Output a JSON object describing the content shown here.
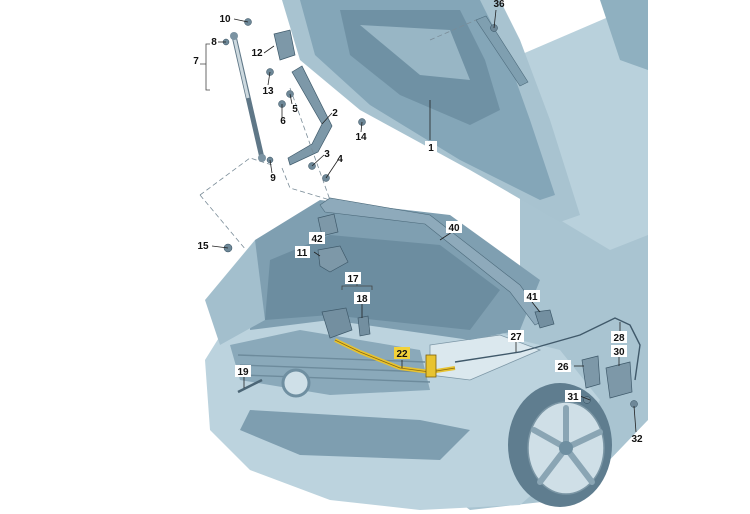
{
  "colors": {
    "body_light": "#c9dce6",
    "body_mid": "#9dbac8",
    "body_dark": "#6f8fa1",
    "hood_inner": "#7da0b3",
    "cable_highlight": "#e8c330",
    "label_highlight": "#f2d23a"
  },
  "callouts": [
    {
      "id": "c1",
      "text": "1"
    },
    {
      "id": "c2",
      "text": "2"
    },
    {
      "id": "c3",
      "text": "3"
    },
    {
      "id": "c4",
      "text": "4"
    },
    {
      "id": "c5",
      "text": "5"
    },
    {
      "id": "c6",
      "text": "6"
    },
    {
      "id": "c7",
      "text": "7"
    },
    {
      "id": "c8",
      "text": "8"
    },
    {
      "id": "c9",
      "text": "9"
    },
    {
      "id": "c10",
      "text": "10"
    },
    {
      "id": "c11",
      "text": "11"
    },
    {
      "id": "c12",
      "text": "12"
    },
    {
      "id": "c13",
      "text": "13"
    },
    {
      "id": "c14",
      "text": "14"
    },
    {
      "id": "c15",
      "text": "15"
    },
    {
      "id": "c17",
      "text": "17"
    },
    {
      "id": "c18",
      "text": "18"
    },
    {
      "id": "c19",
      "text": "19"
    },
    {
      "id": "c22",
      "text": "22",
      "highlight": true
    },
    {
      "id": "c26",
      "text": "26"
    },
    {
      "id": "c27",
      "text": "27"
    },
    {
      "id": "c28",
      "text": "28"
    },
    {
      "id": "c30",
      "text": "30"
    },
    {
      "id": "c31",
      "text": "31"
    },
    {
      "id": "c32",
      "text": "32"
    },
    {
      "id": "c36",
      "text": "36"
    },
    {
      "id": "c40",
      "text": "40"
    },
    {
      "id": "c41",
      "text": "41"
    },
    {
      "id": "c42",
      "text": "42"
    }
  ]
}
